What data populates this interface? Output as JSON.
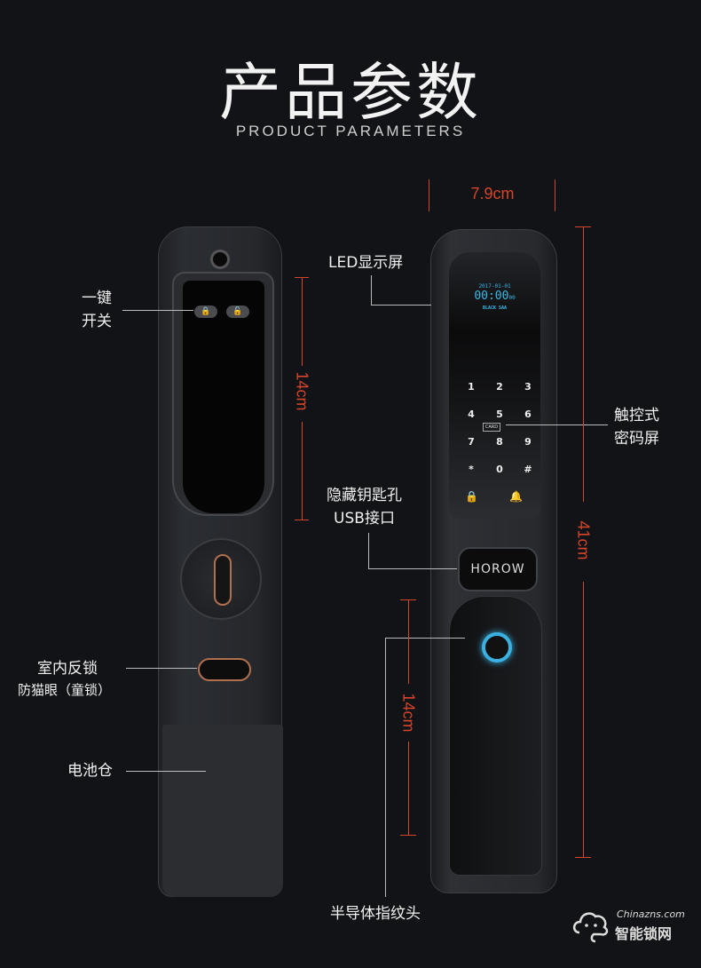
{
  "header": {
    "title": "产品参数",
    "subtitle": "PRODUCT PARAMETERS"
  },
  "labels": {
    "one_key": [
      "一键",
      "开关"
    ],
    "indoor_lock": "室内反锁",
    "anti_peep": "防猫眼（童锁）",
    "battery": "电池仓",
    "led": "LED显示屏",
    "touch": [
      "触控式",
      "密码屏"
    ],
    "hidden_key": [
      "隐藏钥匙孔",
      "USB接口"
    ],
    "fingerprint": "半导体指纹头"
  },
  "dimensions": {
    "width": "7.9cm",
    "left_height": "14cm",
    "total_height": "41cm",
    "handle_height": "14cm"
  },
  "lock": {
    "display": {
      "date": "2017-01-01",
      "time": "00:00",
      "seconds": "00",
      "brand": "BLACK SAA"
    },
    "keys": [
      "1",
      "2",
      "3",
      "4",
      "5",
      "6",
      "7",
      "8",
      "9",
      "*",
      "0",
      "#"
    ],
    "card_label": "CARD",
    "brand": "HOROW"
  },
  "watermark": {
    "site": "Chinazns.com",
    "name": "智能锁网"
  },
  "colors": {
    "dimension": "#d4452b",
    "display": "#3ab8e8",
    "background": "#121316"
  }
}
